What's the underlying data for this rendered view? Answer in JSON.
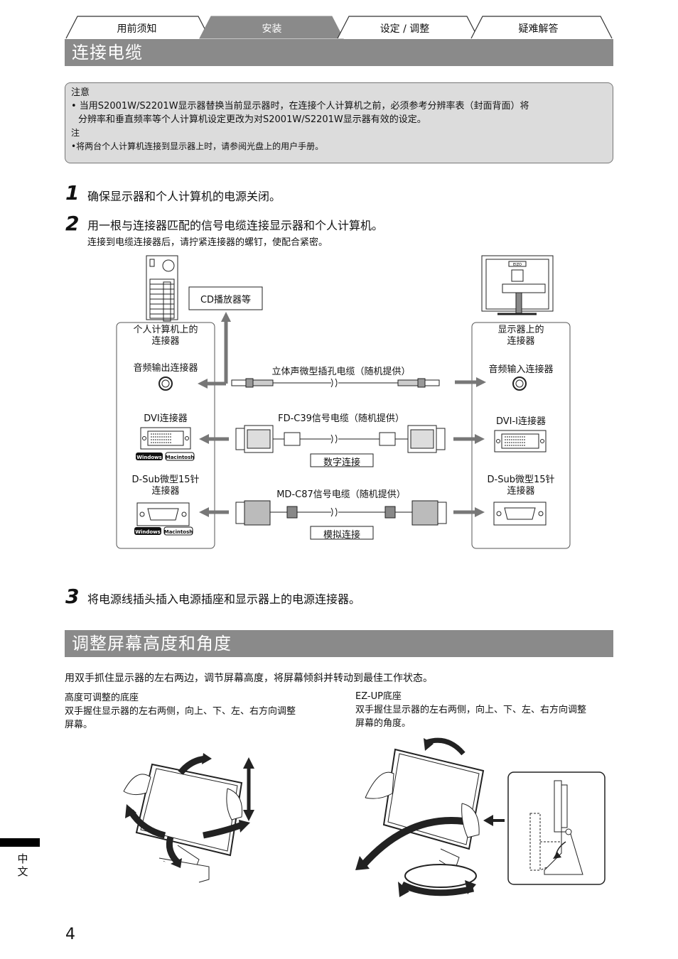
{
  "tabs": [
    "用前须知",
    "安装",
    "设定 / 调整",
    "疑难解答"
  ],
  "section1_title": "连接电缆",
  "note": {
    "heading1": "注意",
    "line1": "• 当用S2001W/S2201W显示器替换当前显示器时，在连接个人计算机之前，必须参考分辨率表（封面背面）将",
    "line2": "分辨率和垂直频率等个人计算机设定更改为对S2001W/S2201W显示器有效的设定。",
    "heading2": "注",
    "line3": "•将两台个人计算机连接到显示器上时，请参阅光盘上的用户手册。"
  },
  "steps": [
    {
      "num": "1",
      "text": "确保显示器和个人计算机的电源关闭。"
    },
    {
      "num": "2",
      "text": "用一根与连接器匹配的信号电缆连接显示器和个人计算机。",
      "sub": "连接到电缆连接器后，请拧紧连接器的螺钉，使配合紧密。"
    },
    {
      "num": "3",
      "text": "将电源线插头插入电源插座和显示器上的电源连接器。"
    }
  ],
  "diagram": {
    "cd_label": "CD播放器等",
    "pc_title1": "个人计算机上的",
    "pc_title2": "连接器",
    "audio_out": "音频输出连接器",
    "dvi_conn": "DVI连接器",
    "dsub_conn1": "D-Sub微型15针",
    "dsub_conn2": "连接器",
    "mon_title1": "显示器上的",
    "mon_title2": "连接器",
    "audio_in": "音频输入连接器",
    "dvi_i": "DVI-I连接器",
    "mon_dsub1": "D-Sub微型15针",
    "mon_dsub2": "连接器",
    "cable1": "立体声微型插孔电缆（随机提供）",
    "cable2": "FD-C39信号电缆（随机提供）",
    "cable3": "MD-C87信号电缆（随机提供）",
    "digital": "数字连接",
    "analog": "模拟连接",
    "windows": "Windows",
    "macintosh": "Macintosh",
    "eizo": "EIZO"
  },
  "section2_title": "调整屏幕高度和角度",
  "adjust_intro": "用双手抓住显示器的左右两边，调节屏幕高度，将屏幕倾斜并转动到最佳工作状态。",
  "left_stand": {
    "title": "高度可调整的底座",
    "line1": "双手握住显示器的左右两侧，向上、下、左、右方向调整",
    "line2": "屏幕。"
  },
  "right_stand": {
    "title": "EZ-UP底座",
    "line1": "双手握住显示器的左右两侧，向上、下、左、右方向调整",
    "line2": "屏幕的角度。"
  },
  "side_tab_text": "中文",
  "page_number": "4"
}
